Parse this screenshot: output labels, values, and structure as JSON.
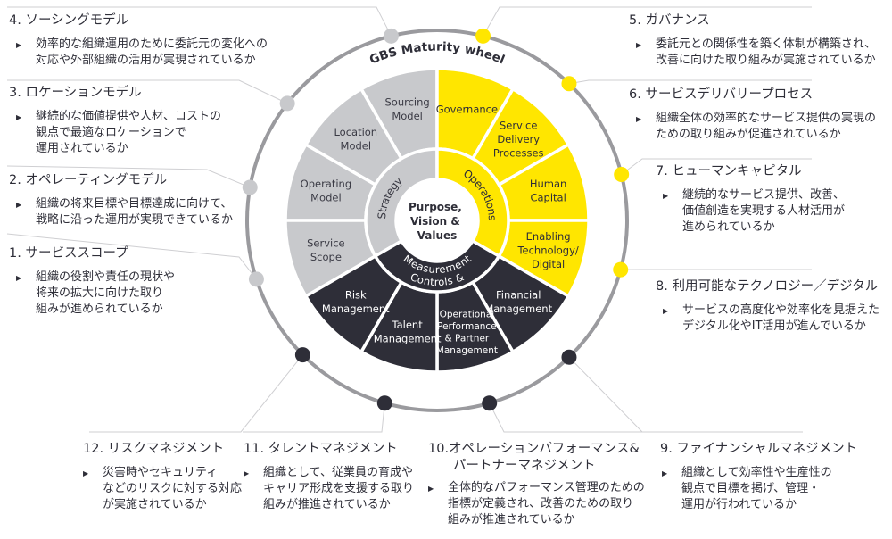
{
  "wheel": {
    "title": "GBS Maturity wheel",
    "center": {
      "lines": [
        "Purpose,",
        "Vision &",
        "Values"
      ]
    },
    "groups": [
      {
        "name": "Strategy",
        "color": "#c8c9cc",
        "text_color": "#3a3a44"
      },
      {
        "name": "Operations",
        "color": "#ffe600",
        "text_color": "#2e2e38"
      },
      {
        "name": "Controls & Measurement",
        "lines": [
          "Controls &",
          "Measurement"
        ],
        "color": "#2e2e38",
        "text_color": "#ffffff"
      }
    ],
    "segments": [
      {
        "group": 0,
        "lines": [
          "Sourcing",
          "Model"
        ]
      },
      {
        "group": 0,
        "lines": [
          "Location",
          "Model"
        ]
      },
      {
        "group": 0,
        "lines": [
          "Operating",
          "Model"
        ]
      },
      {
        "group": 0,
        "lines": [
          "Service",
          "Scope"
        ]
      },
      {
        "group": 1,
        "lines": [
          "Governance"
        ]
      },
      {
        "group": 1,
        "lines": [
          "Service",
          "Delivery",
          "Processes"
        ]
      },
      {
        "group": 1,
        "lines": [
          "Human",
          "Capital"
        ]
      },
      {
        "group": 1,
        "lines": [
          "Enabling",
          "Technology/",
          "Digital"
        ]
      },
      {
        "group": 2,
        "lines": [
          "Financial",
          "Management"
        ]
      },
      {
        "group": 2,
        "lines": [
          "Operational",
          "Performance",
          "& Partner",
          "Management"
        ]
      },
      {
        "group": 2,
        "lines": [
          "Talent",
          "Management"
        ]
      },
      {
        "group": 2,
        "lines": [
          "Risk",
          "Management"
        ]
      }
    ],
    "ring_color": "#9a9a9e",
    "connector_color": "#cfcfd2"
  },
  "items": [
    {
      "number": "1.",
      "title": "サービススコープ",
      "desc": [
        "組織の役割や責任の現状や",
        "将来の拡大に向けた取り",
        "組みが進められているか"
      ]
    },
    {
      "number": "2.",
      "title": "オペレーティングモデル",
      "desc": [
        "組織の将来目標や目標達成に向けて、",
        "戦略に沿った運用が実現できているか"
      ]
    },
    {
      "number": "3.",
      "title": "ロケーションモデル",
      "desc": [
        "継続的な価値提供や人材、コストの",
        "観点で最適なロケーションで",
        "運用されているか"
      ]
    },
    {
      "number": "4.",
      "title": "ソーシングモデル",
      "desc": [
        "効率的な組織運用のために委託元の変化への",
        "対応や外部組織の活用が実現されているか"
      ]
    },
    {
      "number": "5.",
      "title": "ガバナンス",
      "desc": [
        "委託元との関係性を築く体制が構築され、",
        "改善に向けた取り組みが実施されているか"
      ]
    },
    {
      "number": "6.",
      "title": "サービスデリバリープロセス",
      "desc": [
        "組織全体の効率的なサービス提供の実現の",
        "ための取り組みが促進されているか"
      ]
    },
    {
      "number": "7.",
      "title": "ヒューマンキャピタル",
      "desc": [
        "継続的なサービス提供、改善、",
        "価値創造を実現する人材活用が",
        "進められているか"
      ]
    },
    {
      "number": "8.",
      "title": "利用可能なテクノロジー／デジタル",
      "desc": [
        "サービスの高度化や効率化を見据えた",
        "デジタル化やIT活用が進んでいるか"
      ]
    },
    {
      "number": "9.",
      "title": "ファイナンシャルマネジメント",
      "desc": [
        "組織として効率性や生産性の",
        "観点で目標を掲げ、管理・",
        "運用が行われているか"
      ]
    },
    {
      "number": "10.",
      "title": "オペレーションパフォーマンス&",
      "title2": "パートナーマネジメント",
      "desc": [
        "全体的なパフォーマンス管理のための",
        "指標が定義され、改善のための取り",
        "組みが推進されているか"
      ]
    },
    {
      "number": "11.",
      "title": "タレントマネジメント",
      "desc": [
        "組織として、従業員の育成や",
        "キャリア形成を支援する取り",
        "組みが推進されているか"
      ]
    },
    {
      "number": "12.",
      "title": "リスクマネジメント",
      "desc": [
        "災害時やセキュリティ",
        "などのリスクに対する対応",
        "が実施されているか"
      ]
    }
  ],
  "bullet_icon": "triangle-right-icon"
}
